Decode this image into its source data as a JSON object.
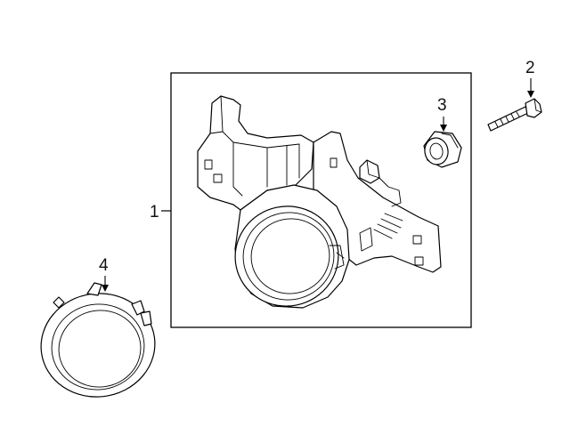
{
  "callouts": {
    "part1": "1",
    "part2": "2",
    "part3": "3",
    "part4": "4"
  },
  "parts": [
    {
      "callout": "1",
      "icon": "fog-lamp-assembly-icon"
    },
    {
      "callout": "2",
      "icon": "bolt-icon"
    },
    {
      "callout": "3",
      "icon": "bushing-icon"
    },
    {
      "callout": "4",
      "icon": "bezel-ring-icon"
    }
  ],
  "colors": {
    "line": "#000000",
    "background": "#ffffff"
  }
}
